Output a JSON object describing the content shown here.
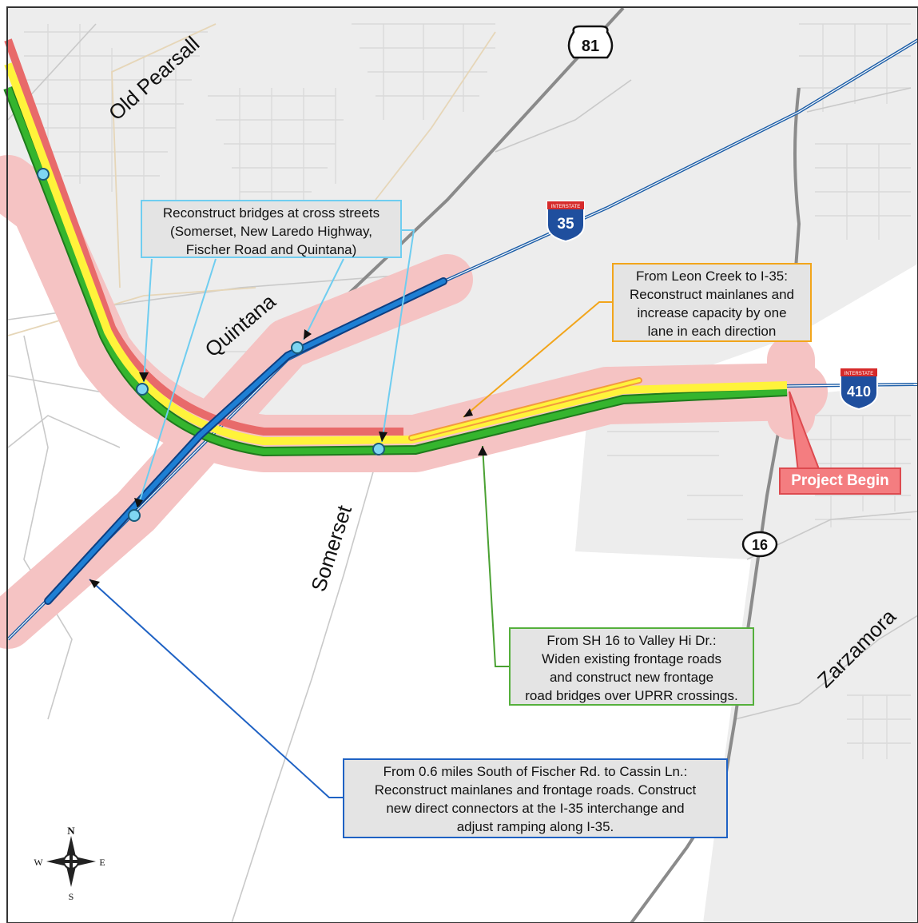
{
  "roads": {
    "old_pearsall": "Old Pearsall",
    "quintana": "Quintana",
    "somerset": "Somerset",
    "zarzamora": "Zarzamora"
  },
  "shields": {
    "us81": "81",
    "i35": "35",
    "i410": "410",
    "sh16": "16",
    "interstate_banner": "INTERSTATE"
  },
  "callouts": {
    "bridges": {
      "lines": [
        "Reconstruct bridges at cross streets",
        "(Somerset, New Laredo Highway,",
        "Fischer Road and Quintana)"
      ],
      "border_color": "#6fcdf0"
    },
    "leon_creek": {
      "lines": [
        "From Leon Creek to I-35:",
        "Reconstruct mainlanes and",
        "increase capacity by one",
        "lane in each direction"
      ],
      "border_color": "#f2a51b"
    },
    "sh16": {
      "lines": [
        "From SH 16 to Valley Hi Dr.:",
        "Widen existing frontage roads",
        "and construct new frontage",
        "road bridges over UPRR crossings."
      ],
      "border_color": "#55b03c"
    },
    "fischer": {
      "lines": [
        "From 0.6 miles South of Fischer Rd. to Cassin Ln.:",
        "Reconstruct mainlanes and frontage roads.  Construct",
        "new direct connectors at the I-35 interchange and",
        "adjust ramping along I-35."
      ],
      "border_color": "#1f62c4"
    }
  },
  "project_begin": "Project Begin",
  "compass": {
    "n": "N",
    "s": "S",
    "e": "E",
    "w": "W"
  },
  "colors": {
    "project_area": "#f7c9c9",
    "mainlanes": "#fff33b",
    "frontage_green": "#2da12a",
    "i35_reconstruct": "#1e7fd4",
    "leon_creek_orange": "#f39a3e",
    "highlight_red": "#f08080"
  }
}
